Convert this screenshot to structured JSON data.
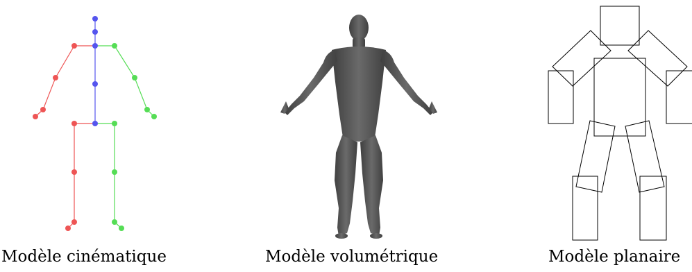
{
  "captions": {
    "kinematic": "Modèle cinématique",
    "volumetric": "Modèle volumétrique",
    "planar": "Modèle planaire"
  },
  "colors": {
    "spine": "#5555ee",
    "right_side": "#ee5555",
    "left_side": "#55dd55",
    "body_mesh": "#555555",
    "outline": "#000000"
  }
}
